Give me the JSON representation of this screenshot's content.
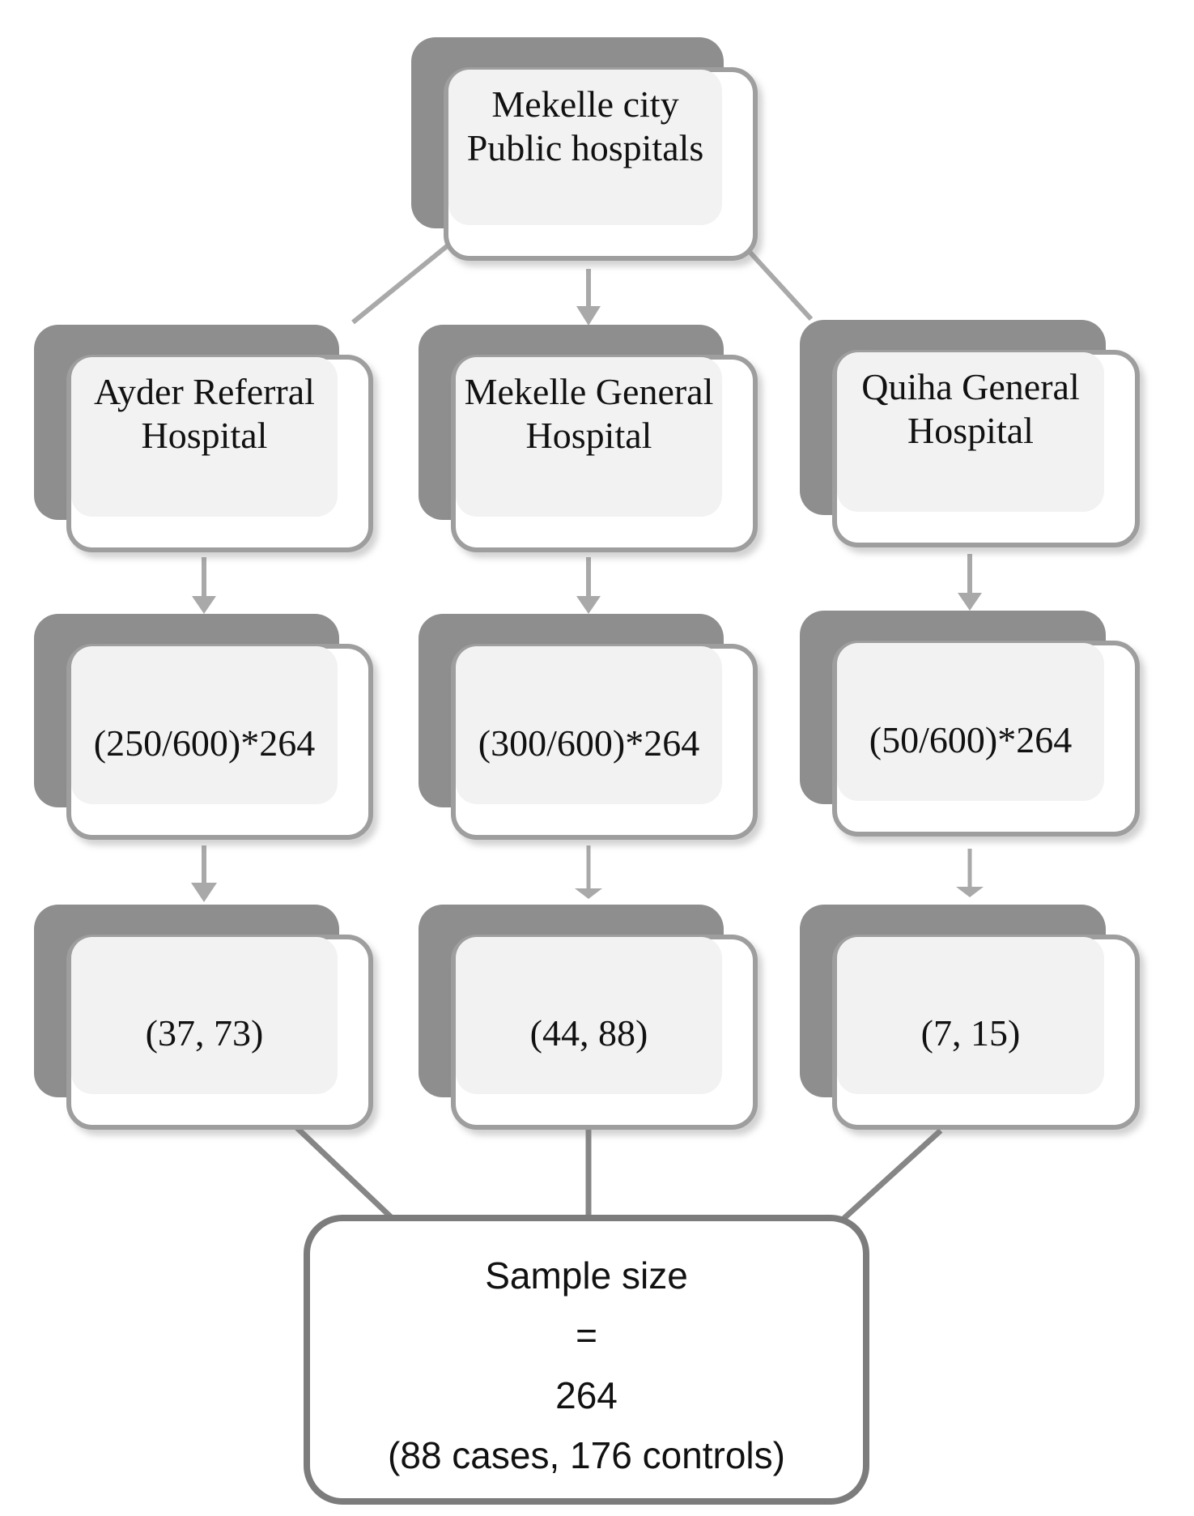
{
  "diagram": {
    "kind": "sampling-flowchart",
    "root": {
      "label": "Mekelle city\nPublic hospitals"
    },
    "hospitals": [
      {
        "name_label": "Ayder Referral\nHospital",
        "allocation_label": "(250/600)*264",
        "cases_controls_label": "(37, 73)"
      },
      {
        "name_label": "Mekelle General\nHospital",
        "allocation_label": "(300/600)*264",
        "cases_controls_label": "(44, 88)"
      },
      {
        "name_label": "Quiha General\nHospital",
        "allocation_label": "(50/600)*264",
        "cases_controls_label": "(7, 15)"
      }
    ],
    "result": {
      "label": "Sample size\n=\n264\n(88 cases, 176 controls)"
    }
  },
  "colors": {
    "shadow_gray": "#8e8e8e",
    "border_gray": "#9e9e9e",
    "fill_gray": "#f2f2f2",
    "connector_gray": "#a9a9a9",
    "junction_gray": "#868686",
    "result_border": "#7c7c7c",
    "text_color": "#111111",
    "background": "#ffffff"
  }
}
